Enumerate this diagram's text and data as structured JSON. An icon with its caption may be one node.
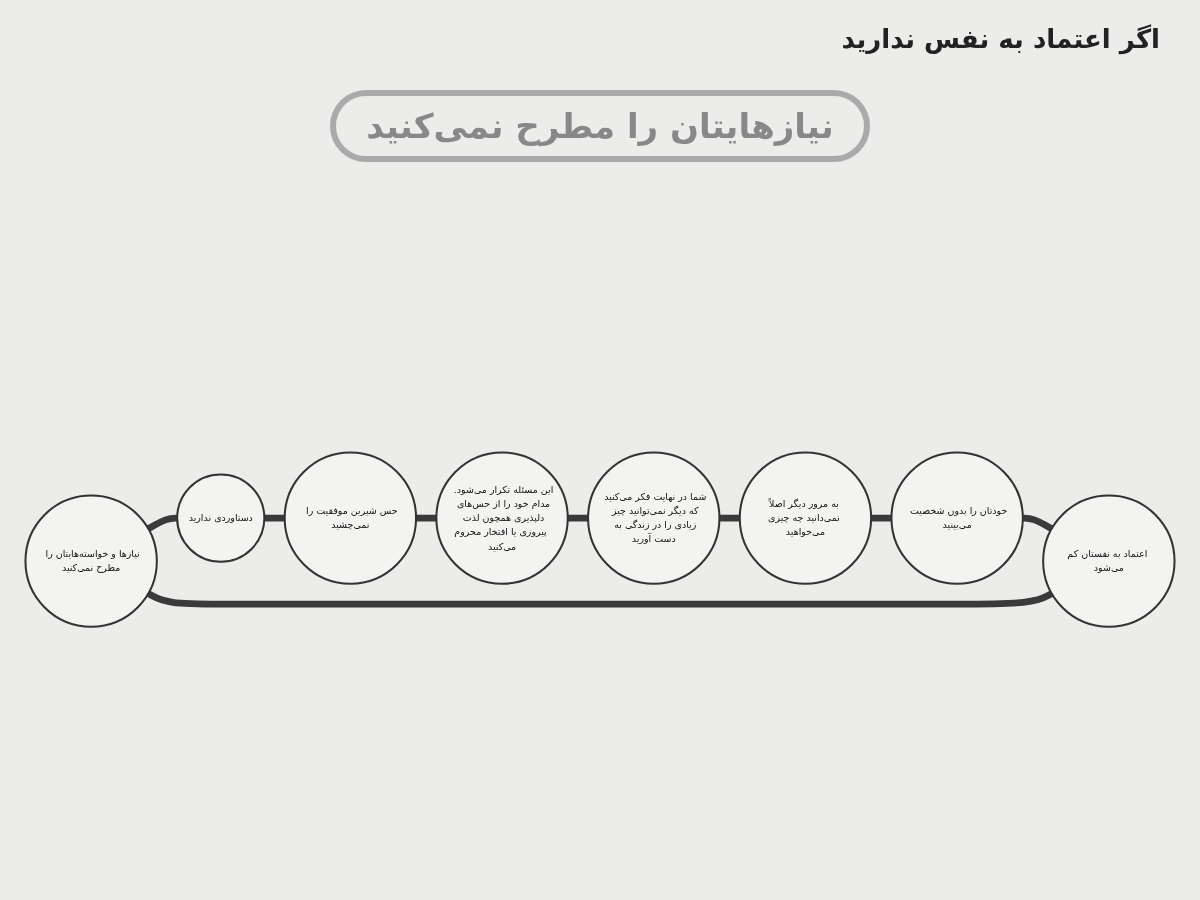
{
  "diagram": {
    "title": "اگر اعتماد به نفس ندارید",
    "nodes": [
      {
        "text": [
          "نیازها و خواسته‌هایتان را مطرح نمی‌کنید"
        ]
      },
      {
        "text": [
          "دستاوردی ندارید"
        ]
      },
      {
        "text": [
          "حس شیرین موفقیت را نمی‌چشید"
        ]
      },
      {
        "text": [
          "این مسئله تکرار می‌شود. مدام خود را از حس‌های دلپذیری همچون لذت پیروزی یا افتخار محروم می‌کنید"
        ]
      },
      {
        "text": [
          "شما در نهایت فکر می‌کنید که دیگر نمی‌توانید چیز زیادی را در زندگی به دست آورید"
        ]
      },
      {
        "text": [
          "به مرور دیگر اصلاً نمی‌دانید چه چیزی می‌خواهید"
        ]
      },
      {
        "text": [
          "خودتان را بدون شخصیت می‌بینید"
        ]
      },
      {
        "text": [
          "اعتماد به نفستان کم می‌شود"
        ]
      }
    ],
    "edges": [
      {
        "from": 0,
        "to": 1,
        "arrow": "none"
      },
      {
        "from": 1,
        "to": 2,
        "arrow": "none"
      },
      {
        "from": 2,
        "to": 3,
        "arrow": "none"
      },
      {
        "from": 3,
        "to": 4,
        "arrow": "none"
      },
      {
        "from": 4,
        "to": 5,
        "arrow": "none"
      },
      {
        "from": 5,
        "to": 6,
        "arrow": "none"
      },
      {
        "from": 6,
        "to": 7,
        "arrow": "none"
      },
      {
        "from": 7,
        "to": 0,
        "arrow": "none"
      }
    ],
    "labels": [
      "نیازهایتان را مطرح نمی‌کنید"
    ]
  }
}
